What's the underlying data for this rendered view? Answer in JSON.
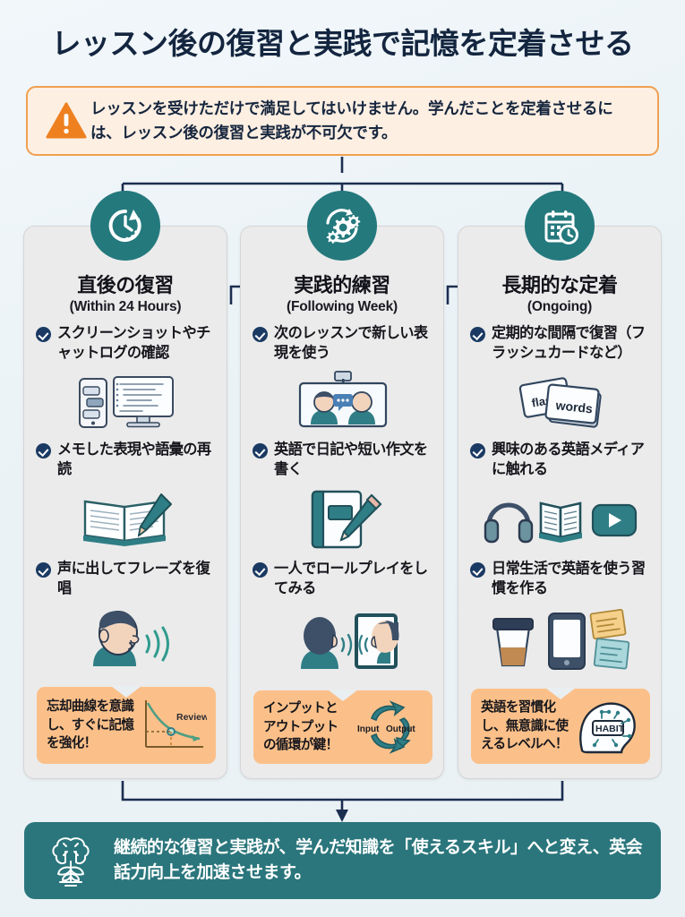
{
  "title": "レッスン後の復習と実践で記憶を定着させる",
  "warning": {
    "icon": "warning-triangle-icon",
    "text": "レッスンを受けただけで満足してはいけません。学んだことを定着させるには、レッスン後の復習と実践が不可欠です。"
  },
  "columns": [
    {
      "icon": "clock-arrow-icon",
      "title": "直後の復習",
      "subtitle": "(Within 24 Hours)",
      "items": [
        {
          "text": "スクリーンショットやチャットログの確認",
          "art": "phone-and-monitor-icon"
        },
        {
          "text": "メモした表現や語彙の再読",
          "art": "open-notebook-pen-icon"
        },
        {
          "text": "声に出してフレーズを復唱",
          "art": "speaking-person-icon"
        }
      ],
      "tip": {
        "text": "忘却曲線を意識し、すぐに記憶を強化！",
        "art": "forgetting-curve-chart-icon",
        "art_label": "Review"
      }
    },
    {
      "icon": "gears-cycle-icon",
      "title": "実践的練習",
      "subtitle": "(Following Week)",
      "items": [
        {
          "text": "次のレッスンで新しい表現を使う",
          "art": "video-call-icon"
        },
        {
          "text": "英語で日記や短い作文を書く",
          "art": "notebook-pencil-icon"
        },
        {
          "text": "一人でロールプレイをしてみる",
          "art": "mirror-roleplay-icon"
        }
      ],
      "tip": {
        "text": "インプットとアウトプットの循環が鍵！",
        "art": "input-output-cycle-icon",
        "art_label_left": "Input",
        "art_label_right": "Output"
      }
    },
    {
      "icon": "calendar-clock-icon",
      "title": "長期的な定着",
      "subtitle": "(Ongoing)",
      "items": [
        {
          "text": "定期的な間隔で復習（フラッシュカードなど）",
          "art": "flashcards-icon",
          "art_label_1": "flash",
          "art_label_2": "words"
        },
        {
          "text": "興味のある英語メディアに触れる",
          "art": "headphones-book-video-icon"
        },
        {
          "text": "日常生活で英語を使う習慣を作る",
          "art": "coffee-phone-notes-icon"
        }
      ],
      "tip": {
        "text": "英語を習慣化し、無意識に使えるレベルへ！",
        "art": "habit-brain-icon",
        "art_label": "HABIT"
      }
    }
  ],
  "footer": {
    "icon": "brain-plant-icon",
    "text": "継続的な復習と実践が、学んだ知識を「使えるスキル」へと変え、英会話力向上を加速させます。"
  },
  "colors": {
    "teal": "#24797d",
    "orange_accent": "#f0a050",
    "orange_fill": "#fbc089",
    "navy": "#1b3a63",
    "title_navy": "#13253f",
    "card_bg": "#ebebeb",
    "page_bg": "#eef4f7"
  }
}
